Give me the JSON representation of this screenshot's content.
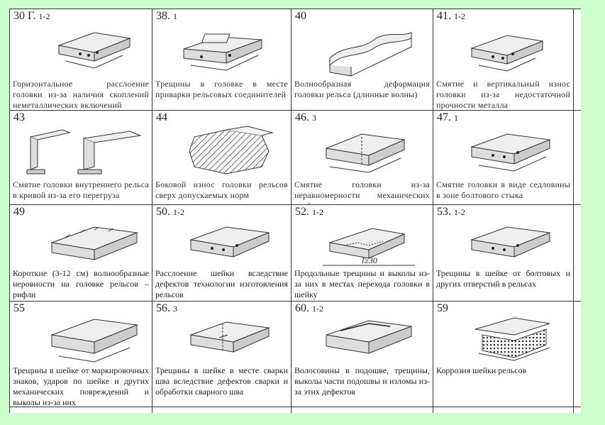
{
  "cells": [
    {
      "code": "30 Г.",
      "sub": "1-2",
      "caption": "Горизонтальное расслоение головки из-за наличия скоплений неметаллических включений"
    },
    {
      "code": "38.",
      "sub": "1",
      "caption": "Трещины в головке в месте приварки рельсовых соединителей"
    },
    {
      "code": "40",
      "sub": "",
      "caption": "Волнообразная деформация головки рельса (длинные волны)"
    },
    {
      "code": "41.",
      "sub": "1-2",
      "caption": "Смятие и вертикальный износ головки из-за недостаточной прочности металла"
    },
    {
      "code": "43",
      "sub": "",
      "caption": "Смятие головки внутреннего рельса в кривой из-за его перегруза"
    },
    {
      "code": "44",
      "sub": "",
      "caption": "Боковой износ головки рельсов сверх допускаемых норм"
    },
    {
      "code": "46.",
      "sub": "3",
      "caption": "Смятие головки из-за неравномерности механических свойств металла в месте сварного стыка"
    },
    {
      "code": "47.",
      "sub": "1",
      "caption": "Смятие головки в виде седловины в зоне болтового стыка"
    },
    {
      "code": "49",
      "sub": "",
      "caption": "Короткие (3-12 см) волнообразные неровности на головке рельсов – рифли"
    },
    {
      "code": "50.",
      "sub": "1-2",
      "caption": "Расслоение шейки вследствие дефектов технологии изготовления рельсов"
    },
    {
      "code": "52.",
      "sub": "1-2",
      "caption": "Продольные трещины и выколы из-за них в местах перехода головки в шейку"
    },
    {
      "code": "53.",
      "sub": "1-2",
      "caption": "Трещины в шейке от болтовых и других отверстий в рельсах"
    },
    {
      "code": "55",
      "sub": "",
      "caption": "Трещины в шейке от маркировочных знаков, ударов по шейке и других механических повреждений и выколы из-за них"
    },
    {
      "code": "56.",
      "sub": "3",
      "caption": "Трещины в шейке в месте сварки шва вследствие дефектов сварки и обработки сварного шва"
    },
    {
      "code": "60.",
      "sub": "1-2",
      "caption": "Волосовины в подошве, трещины, выколы части подошвы и изломы из-за этих дефектов"
    },
    {
      "code": "59",
      "sub": "",
      "caption": "Коррозия шейки рельсов"
    }
  ],
  "annotation": "l≥30"
}
